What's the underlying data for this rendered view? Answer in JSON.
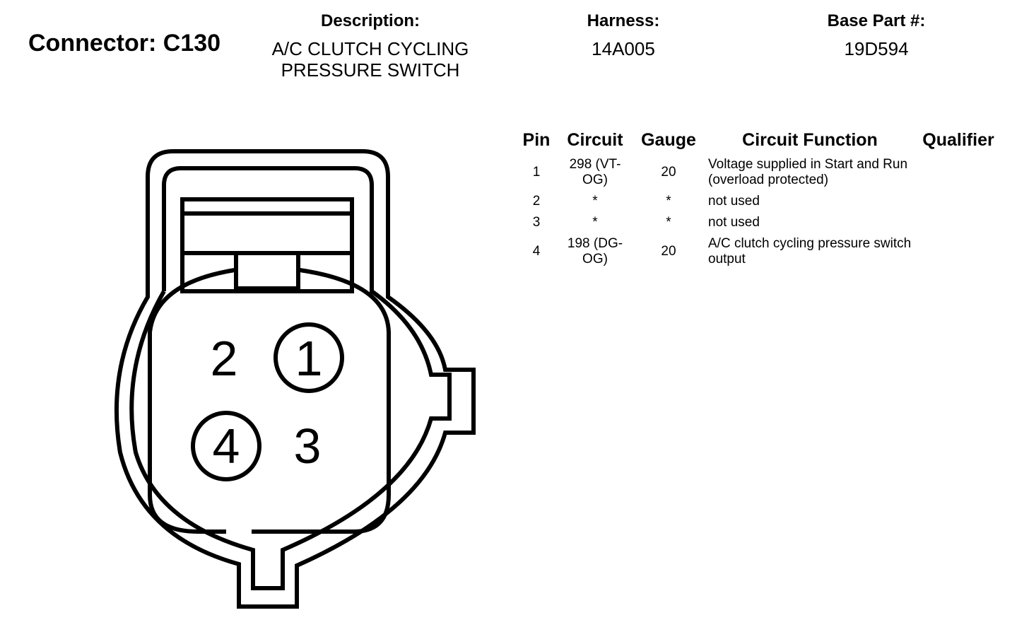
{
  "header": {
    "connector": "Connector: C130",
    "description_label": "Description:",
    "description_lines": [
      "A/C CLUTCH CYCLING",
      "PRESSURE SWITCH"
    ],
    "harness_label": "Harness:",
    "harness_value": "14A005",
    "base_part_label": "Base Part #:",
    "base_part_value": "19D594"
  },
  "pin_table": {
    "headers": [
      "Pin",
      "Circuit",
      "Gauge",
      "Circuit Function",
      "Qualifier"
    ],
    "rows": [
      {
        "pin": "1",
        "circuit": "298 (VT-OG)",
        "gauge": "20",
        "function": "Voltage supplied in Start and Run (overload protected)",
        "qualifier": ""
      },
      {
        "pin": "2",
        "circuit": "*",
        "gauge": "*",
        "function": "not used",
        "qualifier": ""
      },
      {
        "pin": "3",
        "circuit": "*",
        "gauge": "*",
        "function": "not used",
        "qualifier": ""
      },
      {
        "pin": "4",
        "circuit": "198 (DG-OG)",
        "gauge": "20",
        "function": "A/C clutch cycling pressure switch output",
        "qualifier": ""
      }
    ]
  },
  "diagram": {
    "pins": [
      {
        "label": "1",
        "circled": true
      },
      {
        "label": "2",
        "circled": false
      },
      {
        "label": "3",
        "circled": false
      },
      {
        "label": "4",
        "circled": true
      }
    ],
    "stroke_color": "#000000"
  }
}
